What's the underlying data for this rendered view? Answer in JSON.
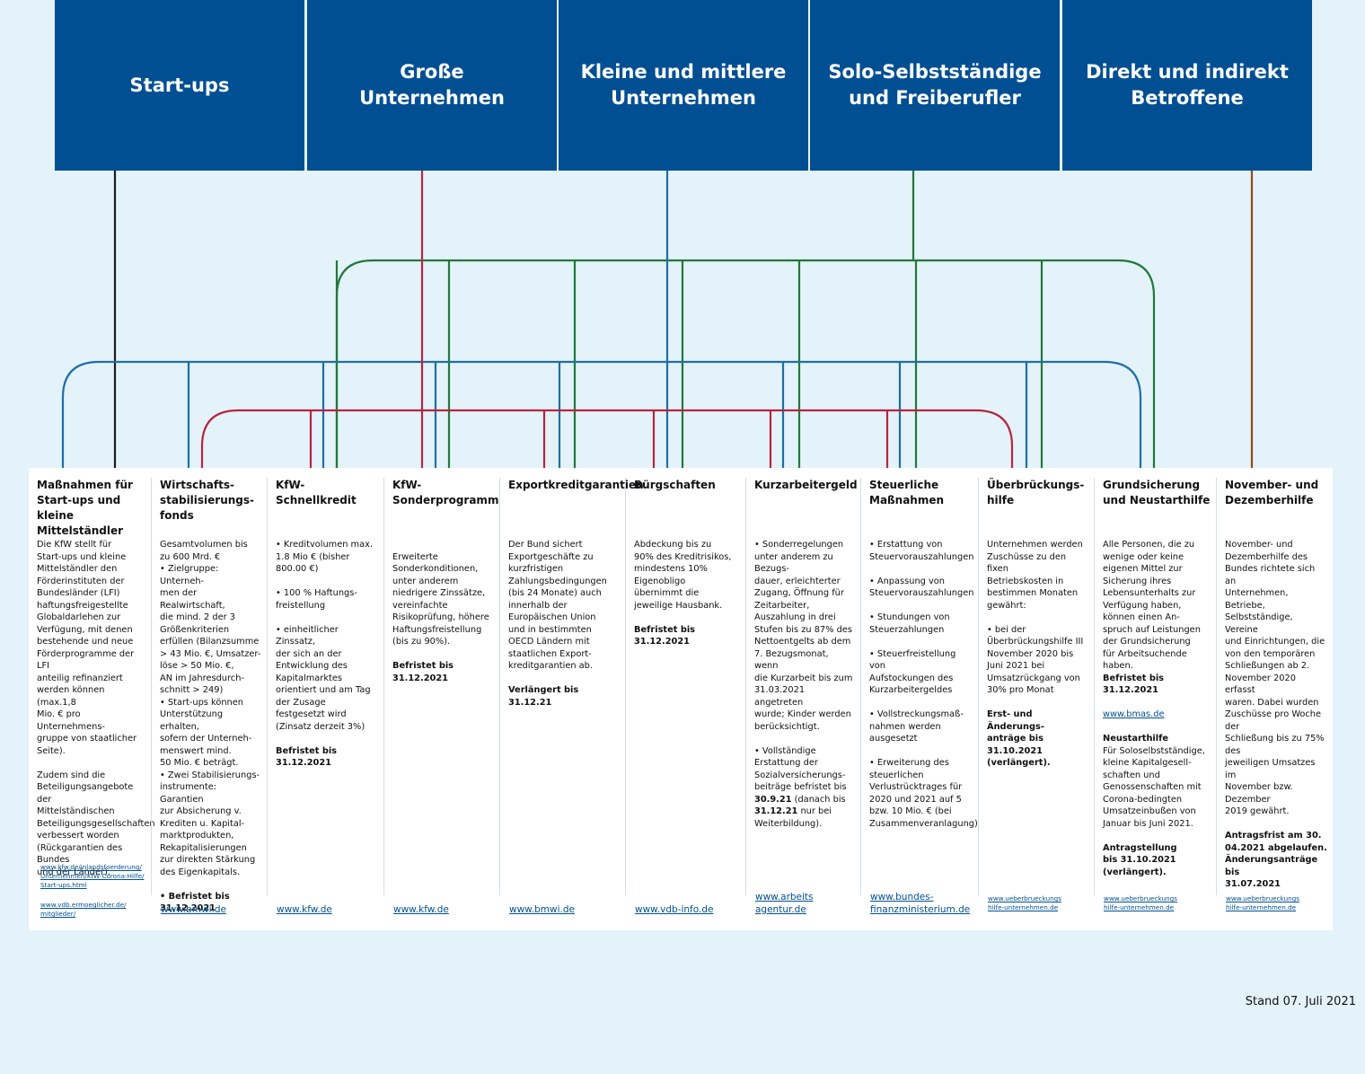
{
  "headers": [
    "Start-ups",
    "Große\nUnternehmen",
    "Kleine und mittlere\nUnternehmen",
    "Solo-Selbstständige\nund Freiberufler",
    "Direkt und indirekt\nBetroffene"
  ],
  "colors": {
    "header_bg": "#004f93",
    "start_ups": "#1a1a1a",
    "grosse": "#b7253f",
    "kmu": "#1d6fa8",
    "solo": "#20783c",
    "betroffene": "#8a4e1e",
    "link": "#004f93"
  },
  "columns": [
    {
      "title": "Maßnahmen für\nStart-ups und kleine\nMittelständler",
      "body": [
        {
          "t": "Die KfW stellt für\nStart-ups und kleine\nMittelständler den\nFörderinstituten der\nBundesländer (LFI)\nhaftungsfreigestellte\nGlobaldarlehen zur\nVerfügung, mit denen\nbestehende und neue\nFörderprogramme der LFI\nanteilig refinanziert\nwerden können (max.1,8\nMio. € pro Unternehmens-\ngruppe von staatlicher\nSeite).\n\nZudem sind die\nBeteiligungsangebote der\nMittelständischen\nBeteiligungsgesellschaften\nverbessert worden\n(Rückgarantien des Bundes\nund der Länder).",
          "b": false
        }
      ],
      "links": [
        "www.kfw.de/inlandsfoerderung/\nUnternehmen/KfW-Corona-Hilfe/\nStart-ups.html",
        "www.vdb.ermoeglicher.de/\nmitglieder/"
      ]
    },
    {
      "title": "Wirtschafts-\nstabilisierungs-\nfonds",
      "body": [
        {
          "t": "Gesamtvolumen bis\nzu 600 Mrd. €\n• Zielgruppe: Unterneh-\n   men der Realwirtschaft,\n   die mind. 2 der 3\n   Größenkriterien\n   erfüllen (Bilanzsumme\n   > 43 Mio. €, Umsatzer-\n   löse > 50 Mio. €,\n   AN im Jahresdurch-\n   schnitt > 249)\n• Start-ups können\n   Unterstützung erhalten,\n   sofern der Unterneh-\n   menswert mind.\n   50 Mio. € beträgt.\n• Zwei Stabilisierungs-\n   instrumente: Garantien\n   zur Absicherung v.\n   Krediten u. Kapital-\n   marktprodukten,\n   Rekapitalisierungen\n   zur direkten Stärkung\n   des Eigenkapitals.\n\n",
          "b": false
        },
        {
          "t": "• Befristet bis\n   31.12.2021",
          "b": true
        }
      ],
      "links": [
        "www.bmwi.de"
      ]
    },
    {
      "title": "KfW-\nSchnellkredit",
      "body": [
        {
          "t": "• Kreditvolumen max.\n   1.8 Mio € (bisher\n   800.00 €)\n\n• 100 % Haftungs-\n   freistellung\n\n• einheitlicher Zinssatz,\n   der sich an der\n   Entwicklung des\n   Kapitalmarktes\n   orientiert und am Tag\n   der Zusage\n   festgesetzt wird\n   (Zinsatz derzeit 3%)\n\n",
          "b": false
        },
        {
          "t": "   Befristet bis\n   31.12.2021",
          "b": true
        }
      ],
      "links": [
        "www.kfw.de"
      ]
    },
    {
      "title": "KfW-\nSonderprogramm",
      "body": [
        {
          "t": "\nErweiterte\nSonderkonditionen,\nunter anderem\nniedrigere Zinssätze,\nvereinfachte\nRisikoprüfung, höhere\nHaftungsfreistellung\n(bis zu 90%).\n\n",
          "b": false
        },
        {
          "t": "Befristet bis\n31.12.2021",
          "b": true
        }
      ],
      "links": [
        "www.kfw.de"
      ]
    },
    {
      "title": "Exportkreditgarantien",
      "body": [
        {
          "t": "Der Bund sichert\nExportgeschäfte zu\nkurzfristigen\nZahlungsbedingungen\n(bis 24 Monate) auch\ninnerhalb der\nEuropäischen Union\nund in bestimmten\nOECD Ländern mit\nstaatlichen Export-\nkreditgarantien ab.\n\n",
          "b": false
        },
        {
          "t": "Verlängert bis\n31.12.21",
          "b": true
        }
      ],
      "links": [
        "www.bmwi.de"
      ]
    },
    {
      "title": "Bürgschaften",
      "body": [
        {
          "t": "Abdeckung bis zu\n90% des Kreditrisikos,\nmindestens 10%\nEigenobligo\nübernimmt die\njeweilige Hausbank.\n\n",
          "b": false
        },
        {
          "t": "Befristet bis\n31.12.2021",
          "b": true
        }
      ],
      "links": [
        "www.vdb-info.de"
      ]
    },
    {
      "title": "Kurzarbeitergeld",
      "body": [
        {
          "t": "•  Sonderregelungen\n   unter anderem zu\n   Bezugs-\n   dauer, erleichterter\n   Zugang, Öffnung für\n   Zeitarbeiter,\n   Auszahlung in drei\n   Stufen bis zu 87% des\n   Nettoentgelts ab dem\n   7. Bezugsmonat, wenn\n   die Kurzarbeit bis zum\n   31.03.2021 angetreten\n   wurde; Kinder werden\n   berücksichtigt.\n\n•  Vollständige\n   Erstattung der\n   Sozialversicherungs-\n   beiträge befristet bis\n   ",
          "b": false
        },
        {
          "t": "30.9.21",
          "b": true
        },
        {
          "t": " (danach bis\n   ",
          "b": false
        },
        {
          "t": "31.12.21",
          "b": true
        },
        {
          "t": " nur bei\n   Weiterbildung).",
          "b": false
        }
      ],
      "links": [
        "www.arbeits\nagentur.de"
      ]
    },
    {
      "title": "Steuerliche\nMaßnahmen",
      "body": [
        {
          "t": "• Erstattung von\n   Steuervorauszahlungen\n\n• Anpassung von\n   Steuervorauszahlungen\n\n• Stundungen von\n   Steuerzahlungen\n\n• Steuerfreistellung von\n   Aufstockungen des\n   Kurzarbeitergeldes\n\n• Vollstreckungsmaß-\n   nahmen werden\n   ausgesetzt\n\n• Erweiterung des\n   steuerlichen\n   Verlustrücktrages für\n   2020 und 2021 auf 5\n   bzw. 10 Mio. € (bei\n   Zusammenveranlagung)",
          "b": false
        }
      ],
      "links": [
        "www.bundes-\nfinanzministerium.de"
      ]
    },
    {
      "title": "Überbrückungs-\nhilfe",
      "body": [
        {
          "t": "Unternehmen werden\nZuschüsse zu den fixen\nBetriebskosten in\nbestimmen Monaten\ngewährt:\n\n •  bei der\n    Überbrückungshilfe III\n    November 2020 bis\n    Juni 2021 bei\n    Umsatzrückgang von\n    30% pro Monat\n\n",
          "b": false
        },
        {
          "t": "    Erst- und Änderungs-\n    anträge bis 31.10.2021\n    (verlängert).",
          "b": true
        }
      ],
      "links": [
        "www.ueberbrueckungs\nhilfe-unternehmen.de"
      ]
    },
    {
      "title": "Grundsicherung\nund Neustarthilfe",
      "body": [
        {
          "t": "Alle Personen, die zu\nwenige oder keine\neigenen Mittel zur\nSicherung ihres\nLebensunterhalts zur\nVerfügung haben,\nkönnen einen An-\nspruch auf Leistungen\nder Grundsicherung\nfür Arbeitsuchende\nhaben.\n",
          "b": false
        },
        {
          "t": "Befristet bis\n31.12.2021",
          "b": true
        },
        {
          "t": "\n\n",
          "b": false
        },
        {
          "t": "www.bmas.de",
          "link": true
        },
        {
          "t": "\n\n",
          "b": false
        },
        {
          "t": "Neustarthilfe",
          "b": true
        },
        {
          "t": "\nFür Soloselbstständige,\nkleine Kapitalgesell-\nschaften und\nGenossenschaften mit\nCorona-bedingten\nUmsatzeinbußen von\nJanuar bis Juni 2021.\n\n",
          "b": false
        },
        {
          "t": "Antragstellung\nbis 31.10.2021\n(verlängert).",
          "b": true
        }
      ],
      "links": [
        "www.ueberbrueckungs\nhilfe-unternehmen.de"
      ]
    },
    {
      "title": "November- und\nDezemberhilfe",
      "body": [
        {
          "t": "November- und\nDezemberhilfe des\nBundes richtete sich an\nUnternehmen, Betriebe,\nSelbstständige, Vereine\nund Einrichtungen, die\nvon den temporären\nSchließungen ab 2.\nNovember 2020 erfasst\nwaren. Dabei wurden\nZuschüsse pro Woche der\nSchließung bis zu 75% des\njeweiligen Umsatzes im\nNovember bzw. Dezember\n2019 gewährt.\n\n",
          "b": false
        },
        {
          "t": "Antragsfrist am 30.\n04.2021 abgelaufen.\nÄnderungsanträge bis\n31.07.2021",
          "b": true
        }
      ],
      "links": [
        "www.ueberbrueckungs\nhilfe-unternehmen.de"
      ]
    }
  ],
  "stand": "Stand 07. Juli 2021"
}
